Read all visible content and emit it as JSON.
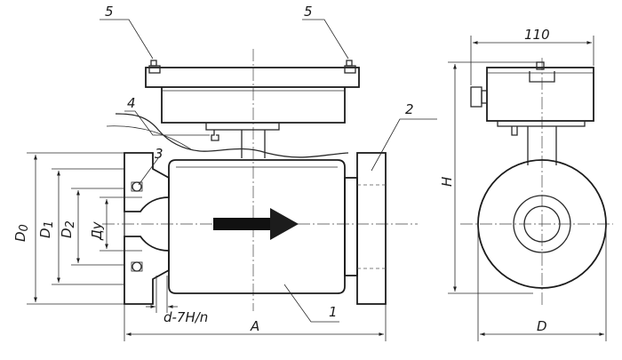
{
  "callouts": {
    "c1": "1",
    "c2": "2",
    "c3": "3",
    "c4": "4",
    "c5a": "5",
    "c5b": "5"
  },
  "dimensions": {
    "d0": "D0",
    "d0_main": "D",
    "d0_sub": "0",
    "d1_main": "D",
    "d1_sub": "1",
    "d2_main": "D",
    "d2_sub": "2",
    "du": "Ду",
    "holes": "d-7H/n",
    "length": "A",
    "height": "H",
    "width": "110",
    "diameter": "D"
  }
}
